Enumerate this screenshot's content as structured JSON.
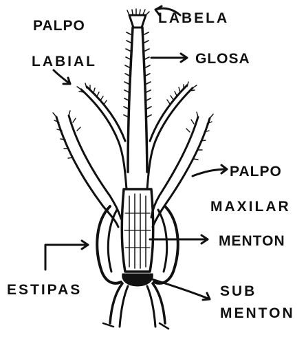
{
  "labels": {
    "labela": "LABELA",
    "palpo_labial_1": "PALPO",
    "palpo_labial_2": "LABIAL",
    "glosa": "GLOSA",
    "palpo_maxilar_1": "PALPO",
    "palpo_maxilar_2": "MAXILAR",
    "menton": "MENTON",
    "estipas": "ESTIPAS",
    "submenton_1": "SUB",
    "submenton_2": "MENTON"
  },
  "icons": {
    "ink_color": "#111111",
    "background": "#ffffff"
  }
}
